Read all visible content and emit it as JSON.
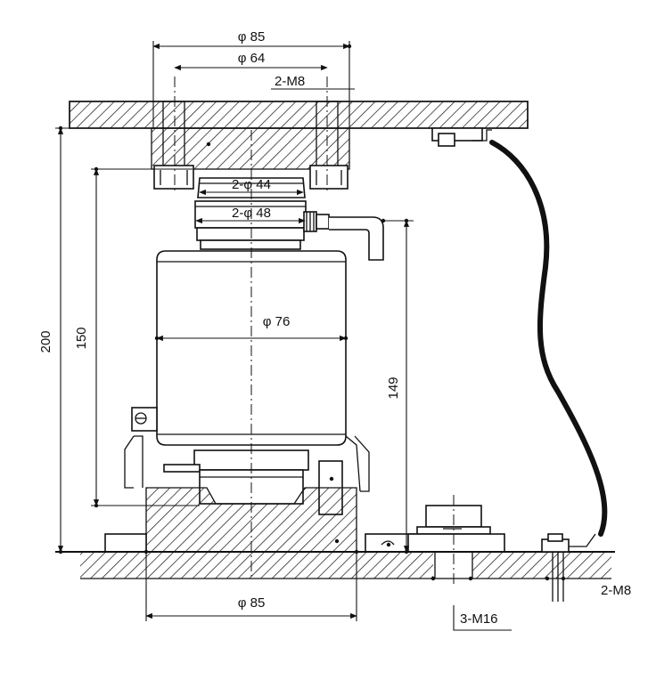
{
  "labels": {
    "top_outer_diameter": "φ 85",
    "top_bolt_circle": "φ 64",
    "top_bolts": "2-M8",
    "seat_diameter_44": "2-φ 44",
    "seat_diameter_48": "2-φ 48",
    "body_diameter": "φ 76",
    "overall_height": "200",
    "inner_height": "150",
    "cable_height": "149",
    "base_diameter": "φ 85",
    "ground_bolts": "2-M8",
    "anchor_bolts": "3-M16"
  },
  "colors": {
    "line": "#111111",
    "background": "#ffffff"
  }
}
